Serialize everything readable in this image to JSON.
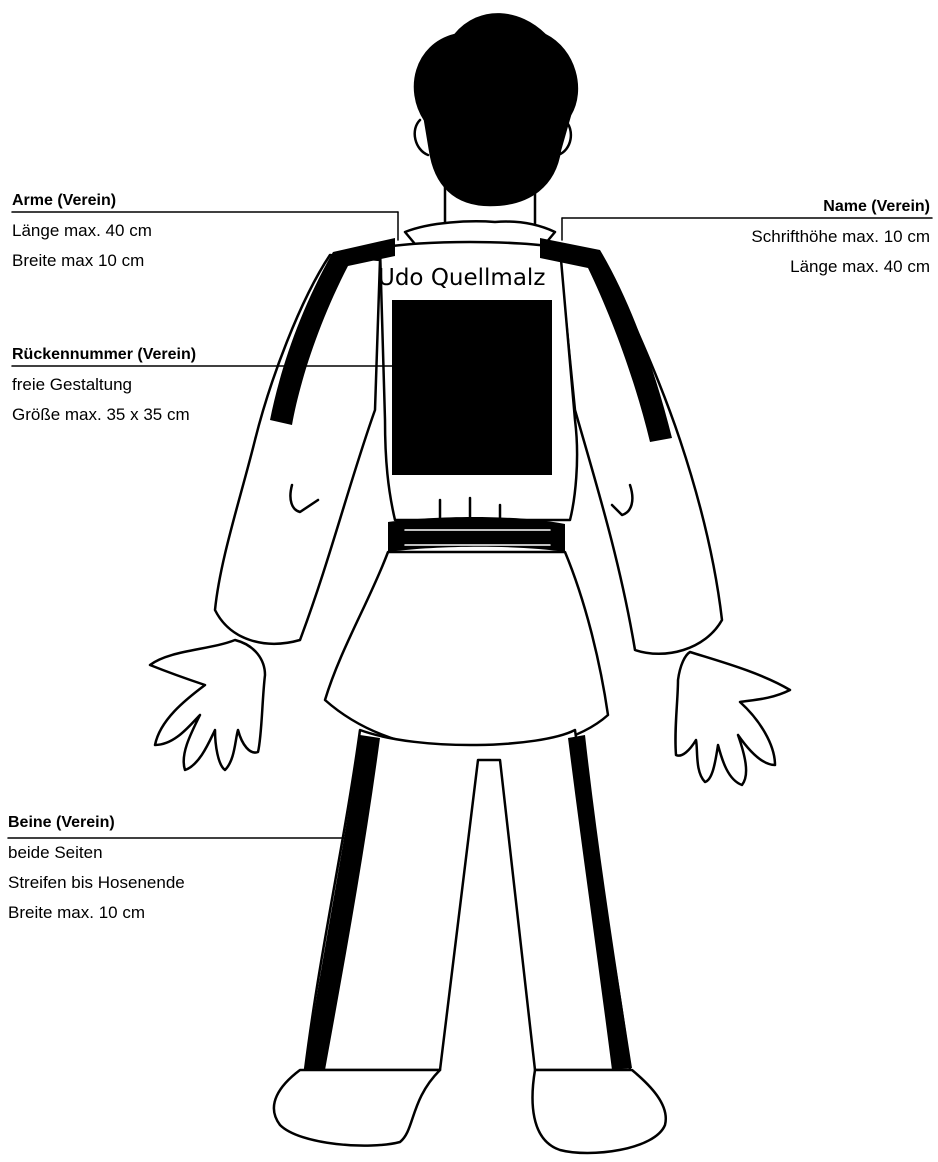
{
  "callouts": {
    "arme": {
      "title": "Arme (Verein)",
      "lines": [
        "Länge max. 40 cm",
        "Breite max 10 cm"
      ]
    },
    "name": {
      "title": "Name (Verein)",
      "lines": [
        "Schrifthöhe max. 10 cm",
        "Länge max. 40 cm"
      ]
    },
    "rueckennummer": {
      "title": "Rückennummer (Verein)",
      "lines": [
        "freie Gestaltung",
        "Größe max. 35 x 35 cm"
      ]
    },
    "beine": {
      "title": "Beine (Verein)",
      "lines": [
        "beide Seiten",
        "Streifen bis Hosenende",
        "Breite max. 10 cm"
      ]
    }
  },
  "back_name": "Udo Quellmalz",
  "colors": {
    "ink": "#000000",
    "paper": "#ffffff"
  }
}
